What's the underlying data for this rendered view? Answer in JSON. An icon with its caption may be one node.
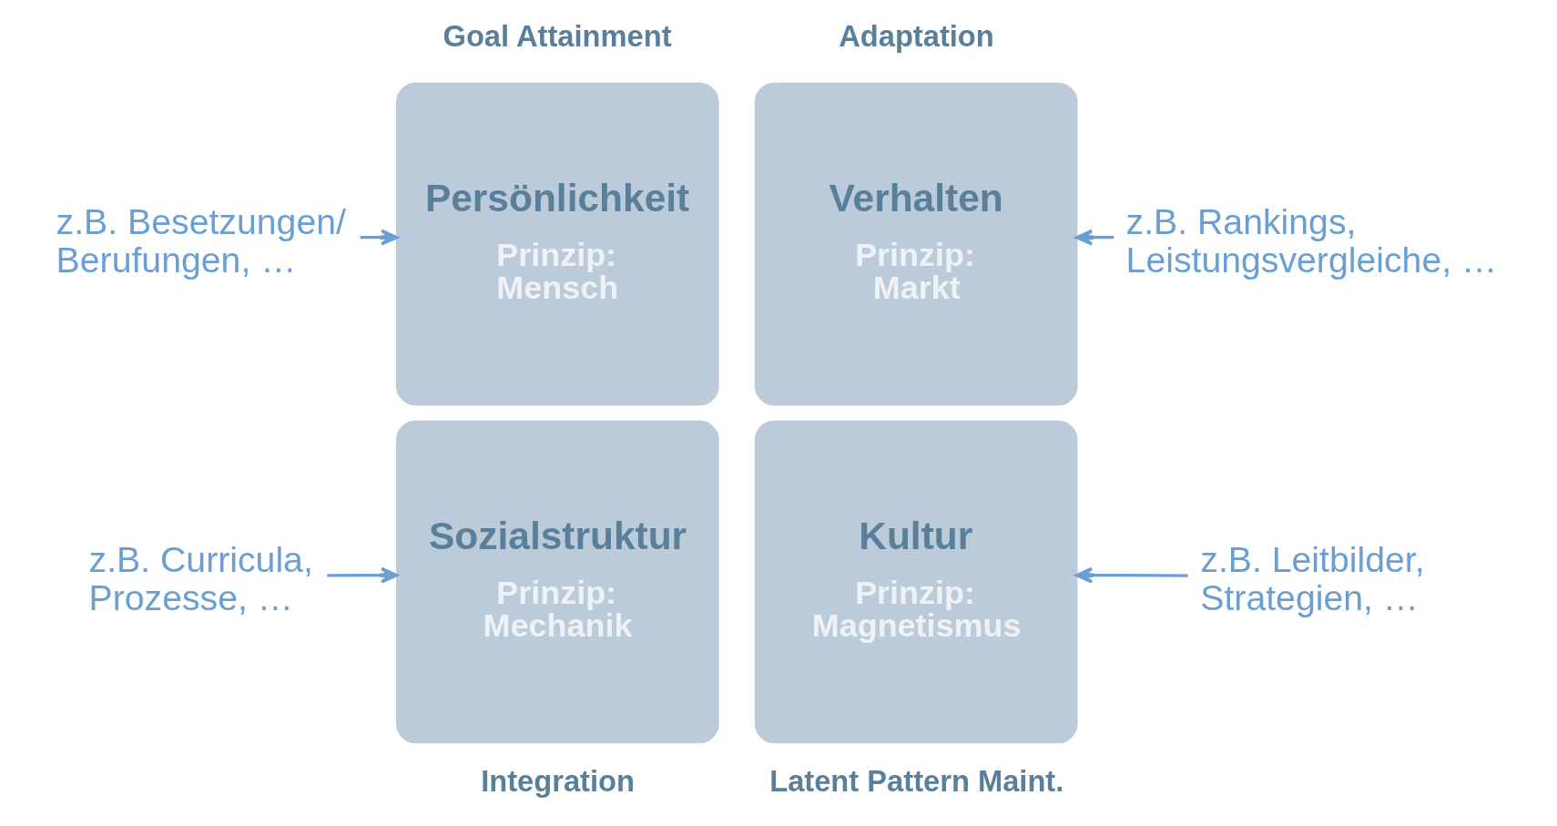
{
  "diagram": {
    "nodes": [
      {
        "text": [
          "Persönlichkeit",
          "Prinzip: Mensch"
        ]
      },
      {
        "text": [
          "Verhalten",
          "Prinzip: Markt"
        ]
      },
      {
        "text": [
          "Sozialstruktur",
          "Prinzip: Mechanik"
        ]
      },
      {
        "text": [
          "Kultur",
          "Prinzip: Magnetismus"
        ]
      },
      {
        "text": [
          "z.B. Besetzungen/ Berufungen, …"
        ]
      },
      {
        "text": [
          "z.B. Rankings, Leistungsvergleiche, …"
        ]
      },
      {
        "text": [
          "z.B. Curricula, Prozesse, …"
        ]
      },
      {
        "text": [
          "z.B. Leitbilder, Strategien, …"
        ]
      }
    ],
    "edges": [
      {
        "from": 4,
        "to": 0,
        "arrow": "to"
      },
      {
        "from": 5,
        "to": 1,
        "arrow": "to"
      },
      {
        "from": 6,
        "to": 2,
        "arrow": "to"
      },
      {
        "from": 7,
        "to": 3,
        "arrow": "to"
      }
    ],
    "labels": [
      "Goal Attainment",
      "Adaptation",
      "Integration",
      "Latent Pattern Maint."
    ]
  }
}
